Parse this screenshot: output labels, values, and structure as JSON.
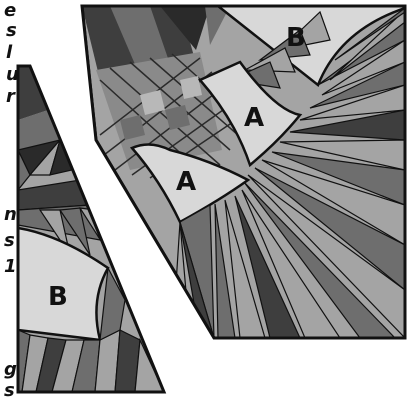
{
  "pieces": {
    "large": {
      "patches": [
        {
          "letter": "B"
        },
        {
          "letter": "A"
        },
        {
          "letter": "A"
        }
      ]
    },
    "small": {
      "patches": [
        {
          "letter": "B"
        }
      ]
    }
  },
  "cut_text_lines": [
    "e",
    "s",
    "l",
    "u",
    "r",
    "n",
    "s",
    "1",
    "g",
    "s"
  ],
  "palette": {
    "background": "#ffffff",
    "outline": "#111111",
    "light": "#d8d8d8",
    "mid": "#a4a4a4",
    "dark": "#6e6e6e",
    "darker": "#3e3e3e"
  },
  "icons": {
    "large": "quilt-block-icon",
    "small": "quilt-block-icon"
  }
}
